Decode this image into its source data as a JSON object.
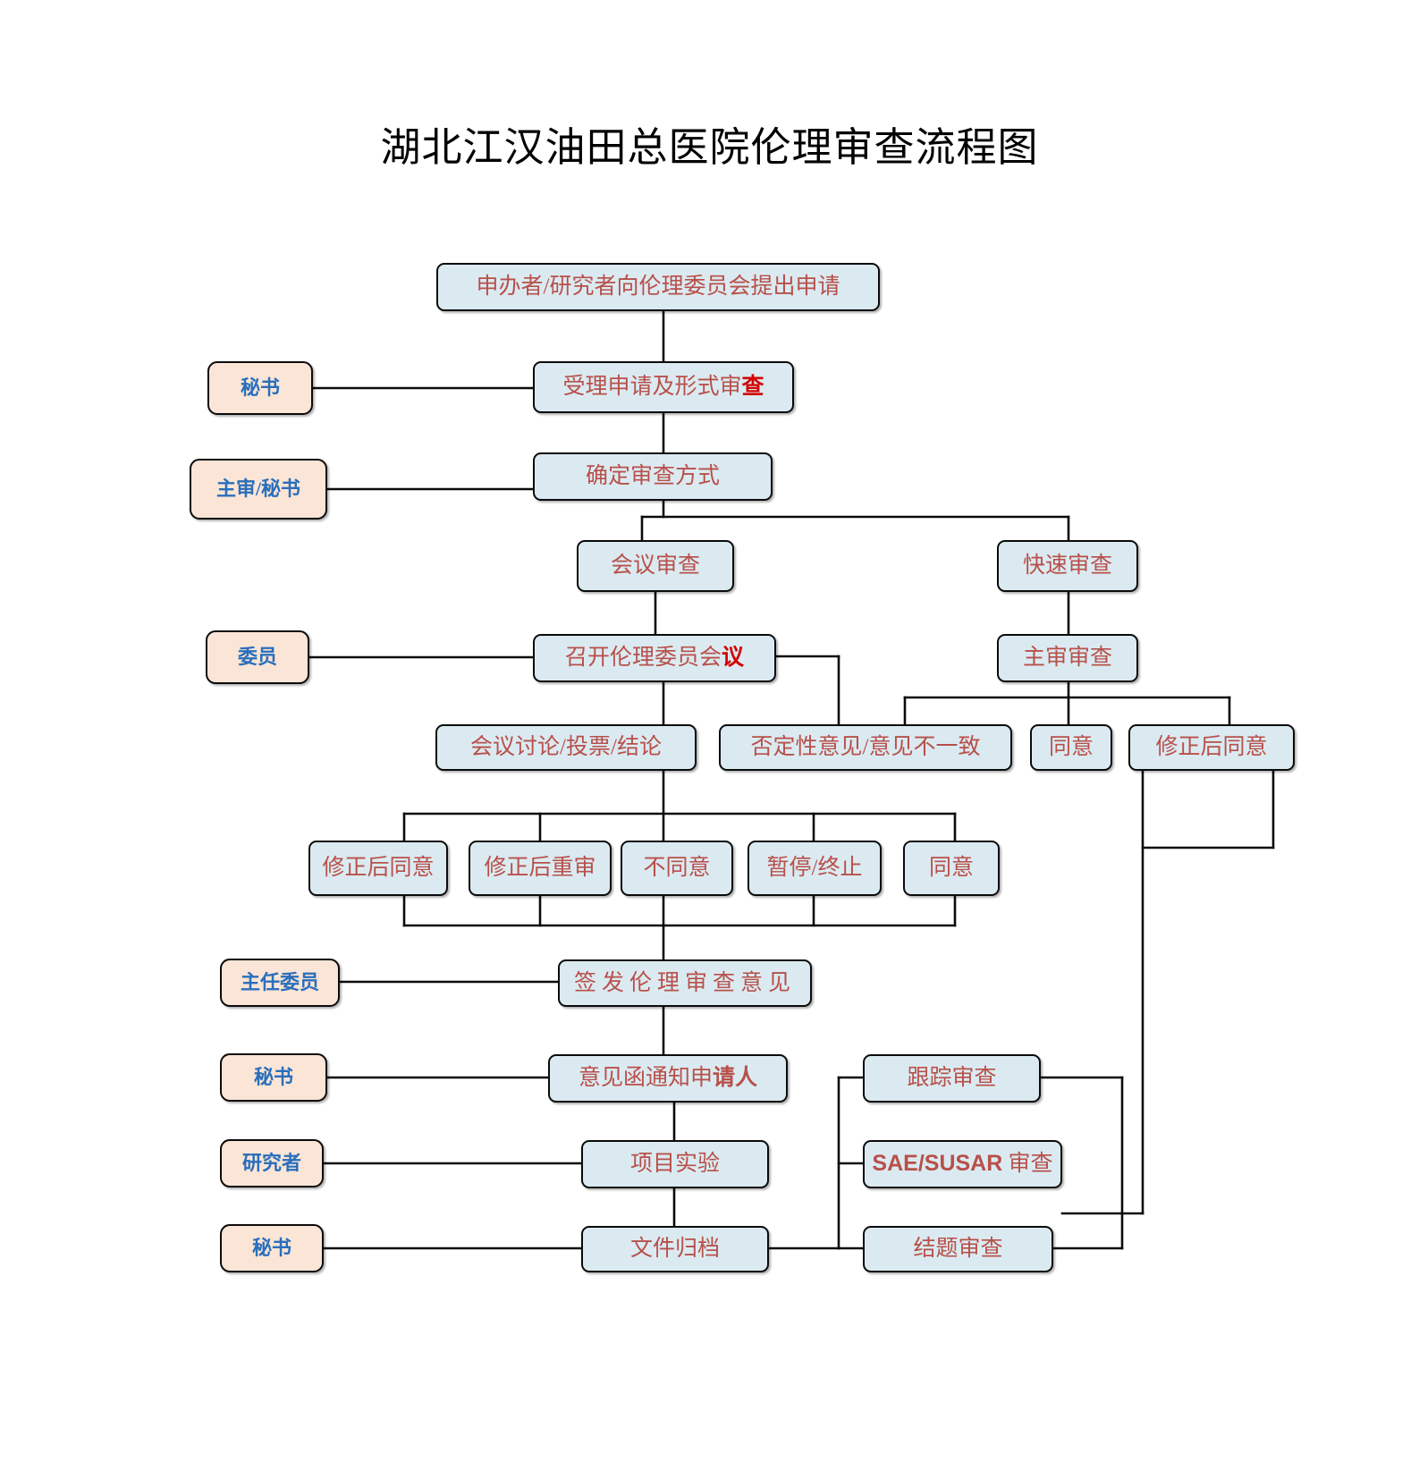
{
  "title": "湖北江汉油田总医院伦理审查流程图",
  "colors": {
    "process_fill": "#dbeaf1",
    "process_text": "#b8504a",
    "role_fill": "#fbe5d6",
    "role_text": "#2a6fbb",
    "emphasis_text": "#d40000",
    "connector": "#0b0b0b",
    "background": "#ffffff"
  },
  "roles": [
    {
      "id": "role-secretary-1",
      "label": "秘书"
    },
    {
      "id": "role-chair-sec",
      "label": "主审/秘书"
    },
    {
      "id": "role-member",
      "label": "委员"
    },
    {
      "id": "role-director",
      "label": "主任委员"
    },
    {
      "id": "role-secretary-2",
      "label": "秘书"
    },
    {
      "id": "role-investigator",
      "label": "研究者"
    },
    {
      "id": "role-secretary-3",
      "label": "秘书"
    }
  ],
  "steps": {
    "application": "申办者/研究者向伦理委员会提出申请",
    "accept_formal": {
      "head": "受理申请及形式审",
      "tail": "查"
    },
    "decide_mode": "确定审查方式",
    "meeting_review": "会议审查",
    "express_review": "快速审查",
    "convene_meeting": {
      "head": "召开伦理委员会",
      "tail": "议"
    },
    "chief_review": "主审审查",
    "meeting_discuss": "会议讨论/投票/结论",
    "negative_opinion": "否定性意见/意见不一致",
    "express_agree": "同意",
    "express_mod_agree": "修正后同意",
    "outcomes": [
      "修正后同意",
      "修正后重审",
      "不同意",
      "暂停/终止",
      "同意"
    ],
    "issue_opinion": "签发伦理审查意见",
    "notify_applicant": {
      "head": "意见函通知申",
      "tail": "请人"
    },
    "project_trial": "项目实验",
    "file_archive": "文件归档",
    "followup_review": "跟踪审查",
    "sae_review": {
      "latin": "SAE/SUSAR",
      "cjk": "审查"
    },
    "closure_review": "结题审查"
  }
}
